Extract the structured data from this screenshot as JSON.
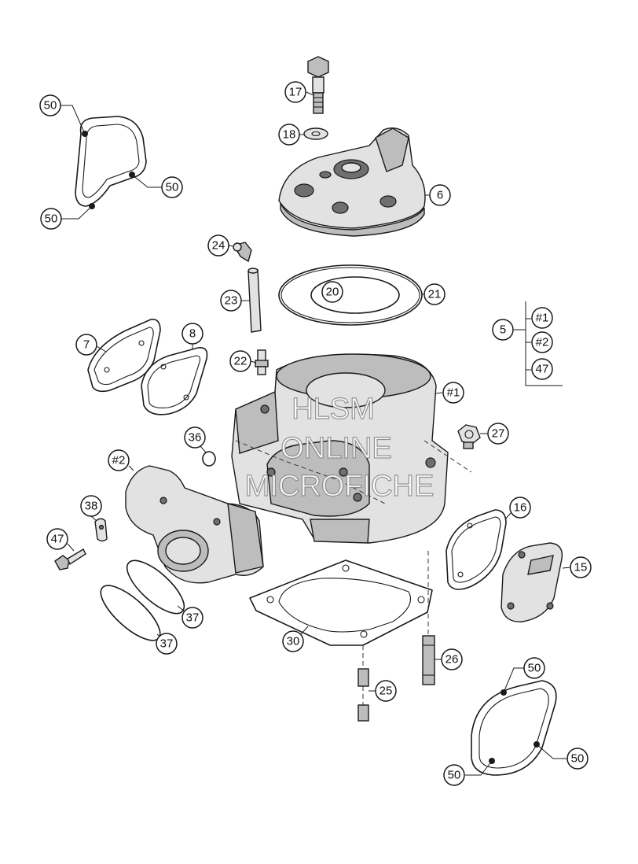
{
  "callouts": {
    "c50a": "50",
    "c50b": "50",
    "c50c": "50",
    "c17": "17",
    "c18": "18",
    "c6": "6",
    "c24": "24",
    "c20": "20",
    "c21": "21",
    "c23": "23",
    "c5": "5",
    "c5_1": "#1",
    "c5_2": "#2",
    "c5_47": "47",
    "c7": "7",
    "c8": "8",
    "c22": "22",
    "c1": "#1",
    "c27": "27",
    "c36": "36",
    "c2": "#2",
    "c38": "38",
    "c47": "47",
    "c16": "16",
    "c15": "15",
    "c37a": "37",
    "c37b": "37",
    "c30": "30",
    "c26": "26",
    "c25": "25",
    "c50d": "50",
    "c50e": "50",
    "c50f": "50"
  },
  "watermark": {
    "line1": "HLSM",
    "line2": "ONLINE",
    "line3": "MICROFICHE"
  },
  "colors": {
    "line": "#1a1a1a",
    "shade": "#bdbdbd",
    "background": "#ffffff"
  }
}
